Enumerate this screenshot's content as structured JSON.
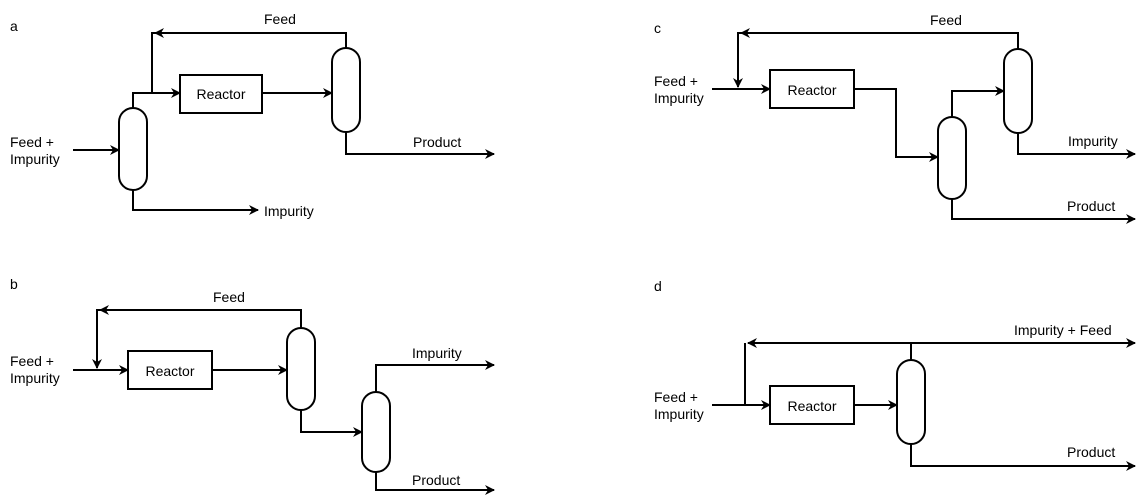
{
  "panels": {
    "a": {
      "label": "a",
      "reactor": "Reactor",
      "feed_in_line1": "Feed +",
      "feed_in_line2": "Impurity",
      "recycle": "Feed",
      "product": "Product",
      "impurity": "Impurity"
    },
    "b": {
      "label": "b",
      "reactor": "Reactor",
      "feed_in_line1": "Feed +",
      "feed_in_line2": "Impurity",
      "recycle": "Feed",
      "impurity": "Impurity",
      "product": "Product"
    },
    "c": {
      "label": "c",
      "reactor": "Reactor",
      "feed_in_line1": "Feed +",
      "feed_in_line2": "Impurity",
      "recycle": "Feed",
      "impurity": "Impurity",
      "product": "Product"
    },
    "d": {
      "label": "d",
      "reactor": "Reactor",
      "feed_in_line1": "Feed +",
      "feed_in_line2": "Impurity",
      "purge": "Impurity + Feed",
      "product": "Product"
    }
  },
  "colors": {
    "stroke": "#000000",
    "background": "#ffffff"
  }
}
